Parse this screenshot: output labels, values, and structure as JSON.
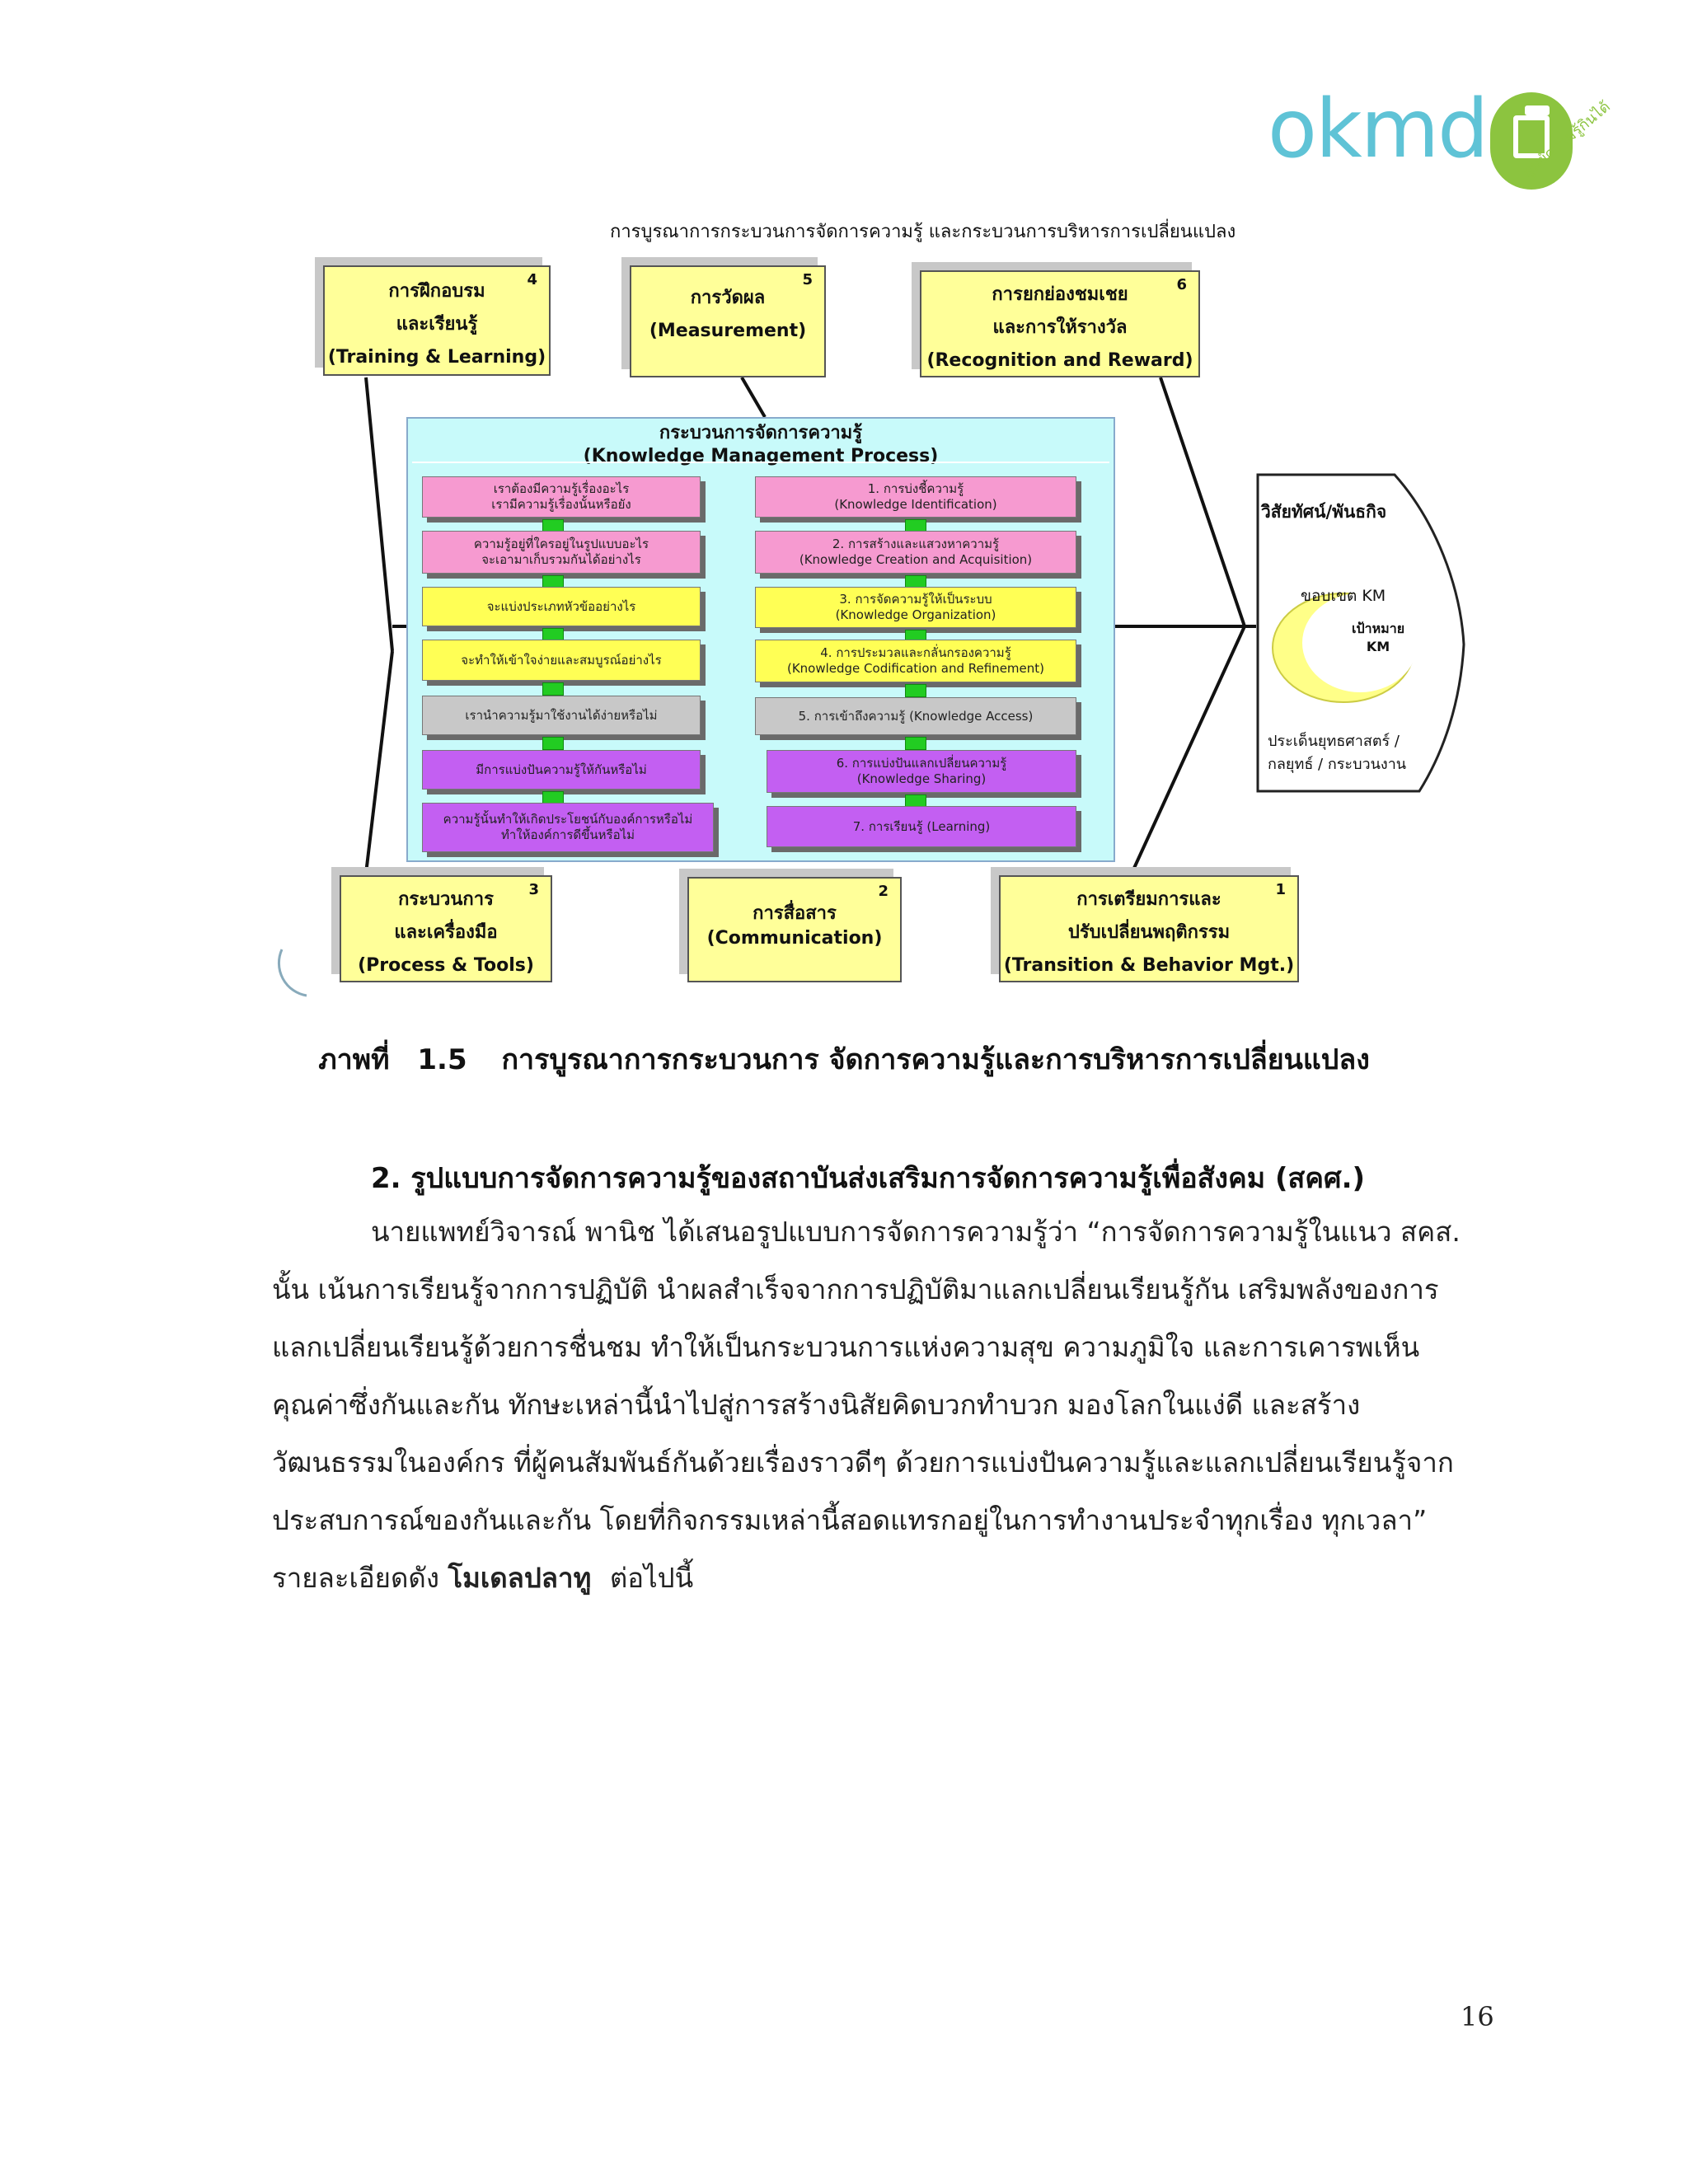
{
  "logo": {
    "text": "okmd",
    "tagline": "ศูนย์ความรู้กินได้"
  },
  "diagram": {
    "title": "การบูรณาการกระบวนการจัดการความรู้ และกระบวนการบริหารการเปลี่ยนแปลง",
    "factors": [
      {
        "num": "4",
        "line1": "การฝึกอบรม",
        "line2": "และเรียนรู้",
        "line3": "(Training & Learning)"
      },
      {
        "num": "5",
        "line1": "การวัดผล",
        "line2": "(Measurement)",
        "line3": ""
      },
      {
        "num": "6",
        "line1": "การยกย่องชมเชย",
        "line2": "และการให้รางวัล",
        "line3": "(Recognition and Reward)"
      },
      {
        "num": "3",
        "line1": "กระบวนการ",
        "line2": "และเครื่องมือ",
        "line3": "(Process & Tools)"
      },
      {
        "num": "2",
        "line1": "การสื่อสาร",
        "line2": "(Communication)",
        "line3": ""
      },
      {
        "num": "1",
        "line1": "การเตรียมการและ",
        "line2": "ปรับเปลี่ยนพฤติกรรม",
        "line3": "(Transition & Behavior Mgt.)"
      }
    ],
    "kmp": {
      "title_th": "กระบวนการจัดการความรู้",
      "title_en": "(Knowledge Management Process)",
      "questions": [
        {
          "line1": "เราต้องมีความรู้เรื่องอะไร",
          "line2": "เรามีความรู้เรื่องนั้นหรือยัง"
        },
        {
          "line1": "ความรู้อยู่ที่ใครอยู่ในรูปแบบอะไร",
          "line2": "จะเอามาเก็บรวมกันได้อย่างไร"
        },
        {
          "line1": "จะแบ่งประเภทหัวข้ออย่างไร",
          "line2": ""
        },
        {
          "line1": "จะทำให้เข้าใจง่ายและสมบูรณ์อย่างไร",
          "line2": ""
        },
        {
          "line1": "เรานำความรู้มาใช้งานได้ง่ายหรือไม่",
          "line2": ""
        },
        {
          "line1": "มีการแบ่งปันความรู้ให้กันหรือไม่",
          "line2": ""
        },
        {
          "line1": "ความรู้นั้นทำให้เกิดประโยชน์กับองค์การหรือไม่",
          "line2": "ทำให้องค์การดีขึ้นหรือไม่"
        }
      ],
      "steps": [
        {
          "line1": "1. การบ่งชี้ความรู้",
          "line2": "(Knowledge Identification)"
        },
        {
          "line1": "2. การสร้างและแสวงหาความรู้",
          "line2": "(Knowledge Creation and Acquisition)"
        },
        {
          "line1": "3. การจัดความรู้ให้เป็นระบบ",
          "line2": "(Knowledge Organization)"
        },
        {
          "line1": "4. การประมวลและกลั่นกรองความรู้",
          "line2": "(Knowledge Codification and Refinement)"
        },
        {
          "line1": "5. การเข้าถึงความรู้ (Knowledge Access)",
          "line2": ""
        },
        {
          "line1": "6. การแบ่งปันแลกเปลี่ยนความรู้",
          "line2": "(Knowledge Sharing)"
        },
        {
          "line1": "7. การเรียนรู้ (Learning)",
          "line2": ""
        }
      ]
    },
    "vision": {
      "title": "วิสัยทัศน์/พันธกิจ",
      "scope": "ขอบเขต KM",
      "target_line1": "เป้าหมาย",
      "target_line2": "KM",
      "strategy_line1": "ประเด็นยุทธศาสตร์ /",
      "strategy_line2": "กลยุทธ์ / กระบวนงาน"
    }
  },
  "caption": {
    "label": "ภาพที่",
    "number": "1.5",
    "text": "การบูรณาการกระบวนการ จัดการความรู้และการบริหารการเปลี่ยนแปลง"
  },
  "section": {
    "heading": "2.  รูปแบบการจัดการความรู้ของสถาบันส่งเสริมการจัดการความรู้เพื่อสังคม (สคศ.)",
    "lines": [
      "นายแพทย์วิจารณ์  พานิช  ได้เสนอรูปแบบการจัดการความรู้ว่า “การจัดการความรู้ในแนว สคส.",
      "นั้น เน้นการเรียนรู้จากการปฏิบัติ นำผลสำเร็จจากการปฏิบัติมาแลกเปลี่ยนเรียนรู้กัน  เสริมพลังของการ",
      "แลกเปลี่ยนเรียนรู้ด้วยการชื่นชม  ทำให้เป็นกระบวนการแห่งความสุข  ความภูมิใจ  และการเคารพเห็น",
      "คุณค่าซึ่งกันและกัน  ทักษะเหล่านี้นำไปสู่การสร้างนิสัยคิดบวกทำบวก  มองโลกในแง่ดี  และสร้าง",
      "วัฒนธรรมในองค์กร ที่ผู้คนสัมพันธ์กันด้วยเรื่องราวดีๆ ด้วยการแบ่งปันความรู้และแลกเปลี่ยนเรียนรู้จาก",
      "ประสบการณ์ของกันและกัน  โดยที่กิจกรรมเหล่านี้สอดแทรกอยู่ในการทำงานประจำทุกเรื่อง ทุกเวลา”"
    ],
    "last_line_prefix": "รายละเอียดดัง",
    "last_line_bold": "โมเดลปลาทู",
    "last_line_suffix": "ต่อไปนี้"
  },
  "page_number": "16"
}
